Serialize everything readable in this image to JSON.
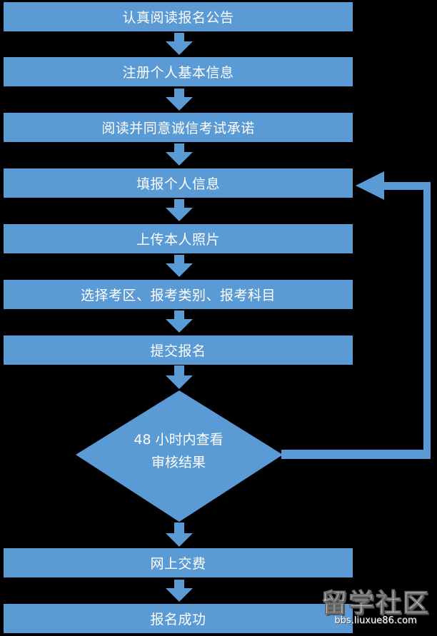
{
  "steps": [
    "认真阅读报名公告",
    "注册个人基本信息",
    "阅读并同意诚信考试承诺",
    "填报个人信息",
    "上传本人照片",
    "选择考区、报考类别、报考科目",
    "提交报名"
  ],
  "decision": {
    "line1": "48 小时内查看",
    "line2": "审核结果"
  },
  "after_steps": [
    "网上交费",
    "报名成功"
  ],
  "watermark": {
    "title": "留学社区",
    "url": "bbs.liuxue86.com"
  },
  "colors": {
    "background": "#000000",
    "box": "#5b9bd5",
    "text": "#ffffff"
  }
}
